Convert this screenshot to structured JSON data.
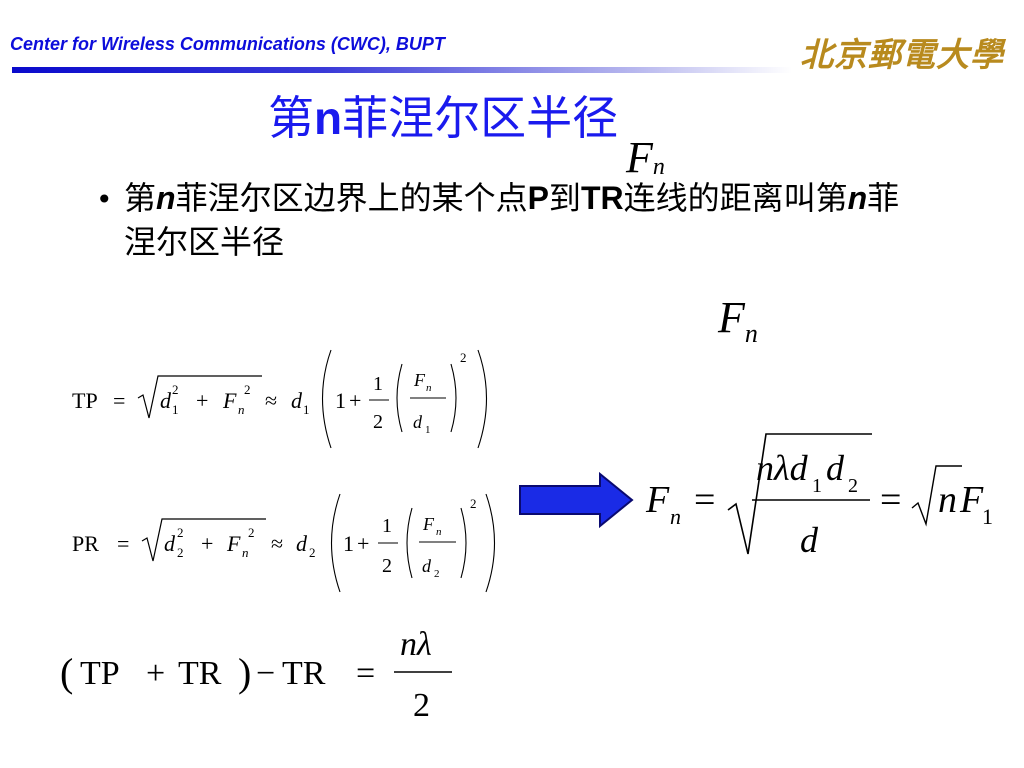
{
  "header": {
    "org": "Center for Wireless Communications (CWC), BUPT",
    "logo_text": "北京郵電大學",
    "accent_color": "#0d0ddb",
    "logo_color": "#b88a1e"
  },
  "slide": {
    "title_pre": "第",
    "title_var": "n",
    "title_post": "菲涅尔区半径",
    "title_color": "#1a1aee",
    "bullet": {
      "part1": "第",
      "var_n": "n",
      "part2": "菲涅尔区边界上的某个点",
      "p": "P",
      "part3": "到",
      "tr": "TR",
      "part4": "连线的距离叫第",
      "var_n2": "n",
      "part5": "菲涅尔区半径"
    }
  },
  "symbols": {
    "fn_main": "F",
    "fn_sub": "n"
  },
  "equations": {
    "tp": {
      "lhs": "TP",
      "eq": "=",
      "d": "d",
      "d_sub": "1",
      "F": "F",
      "F_sub": "n",
      "sq": "2",
      "plus": "+",
      "approx": "≈",
      "one": "1",
      "frac_num": "1",
      "frac_den": "2"
    },
    "pr": {
      "lhs": "PR",
      "eq": "=",
      "d": "d",
      "d_sub": "2",
      "F": "F",
      "F_sub": "n",
      "sq": "2",
      "plus": "+",
      "approx": "≈",
      "one": "1",
      "frac_num": "1",
      "frac_den": "2"
    },
    "sum": {
      "tp": "TP",
      "plus": "+",
      "tr": "TR",
      "minus": "−",
      "tr2": "TR",
      "eq": "=",
      "num": "nλ",
      "den": "2"
    },
    "result": {
      "F": "F",
      "F_sub": "n",
      "eq": "=",
      "num": "nλd",
      "num_sub1": "1",
      "num_d2": "d",
      "num_sub2": "2",
      "den": "d",
      "eq2": "=",
      "rhs_n": "n",
      "rhs_F": "F",
      "rhs_sub": "1"
    }
  },
  "arrow_color": "#1a2be6"
}
